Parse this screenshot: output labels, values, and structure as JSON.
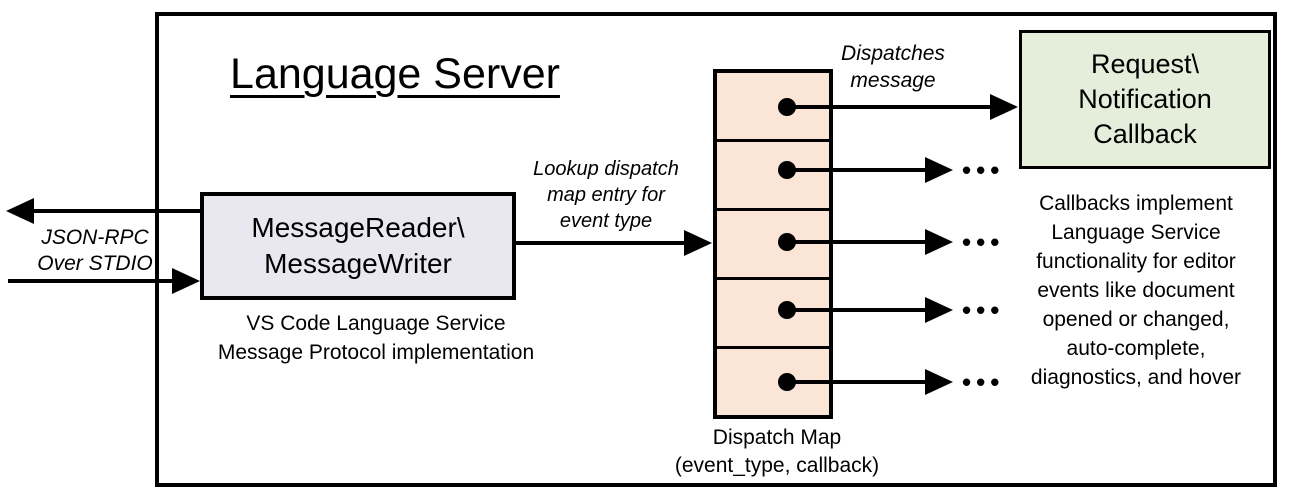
{
  "title": "Language Server",
  "left_channel": {
    "label_line1": "JSON-RPC",
    "label_line2": "Over STDIO"
  },
  "message_box": {
    "line1": "MessageReader\\",
    "line2": "MessageWriter",
    "caption_line1": "VS Code Language Service",
    "caption_line2": "Message Protocol implementation"
  },
  "lookup_label": {
    "line1": "Lookup dispatch",
    "line2": "map entry for",
    "line3": "event type"
  },
  "dispatches_label": {
    "line1": "Dispatches",
    "line2": "message"
  },
  "dispatch_map": {
    "caption_line1": "Dispatch Map",
    "caption_line2": "(event_type, callback)",
    "ellipsis": "•••",
    "row_count": 5
  },
  "callback_box": {
    "line1": "Request\\",
    "line2": "Notification",
    "line3": "Callback"
  },
  "callbacks_note": {
    "lines": [
      "Callbacks implement",
      "Language Service",
      "functionality for editor",
      "events like document",
      "opened or changed,",
      "auto-complete,",
      "diagnostics, and hover"
    ]
  },
  "colors": {
    "message_box_fill": "#e9e8f0",
    "dispatch_map_fill": "#fbe5d6",
    "callback_box_fill": "#e5eedb",
    "line": "#000000"
  }
}
